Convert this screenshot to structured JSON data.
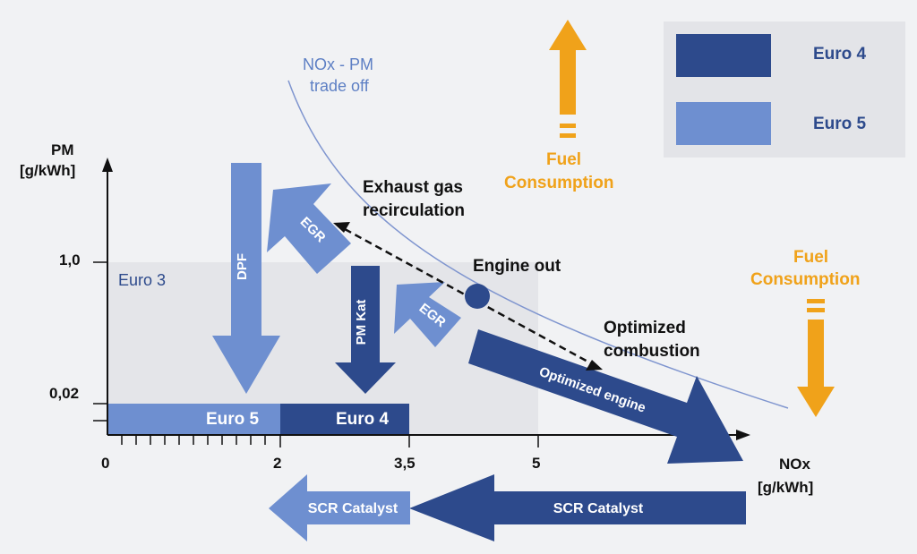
{
  "colors": {
    "euro4": "#2d4a8c",
    "euro5": "#6e8fd0",
    "fuel": "#f0a21a",
    "background": "#f1f2f4",
    "euro3_region": "#e4e5e9",
    "curve": "#7f95cf"
  },
  "legend": {
    "items": [
      {
        "label": "Euro 4",
        "color": "#2d4a8c"
      },
      {
        "label": "Euro 5",
        "color": "#6e8fd0"
      }
    ]
  },
  "axes": {
    "y_label_line1": "PM",
    "y_label_line2": "[g/kWh]",
    "x_label_line1": "NOx",
    "x_label_line2": "[g/kWh]",
    "x_ticks": [
      "0",
      "2",
      "3,5",
      "5"
    ],
    "y_ticks": [
      "1,0",
      "0,02"
    ]
  },
  "regions": {
    "euro3": "Euro 3",
    "euro5": "Euro 5",
    "euro4": "Euro 4"
  },
  "curve_label_line1": "NOx - PM",
  "curve_label_line2": "trade off",
  "annotations": {
    "exhaust_line1": "Exhaust gas",
    "exhaust_line2": "recirculation",
    "engine_out": "Engine out",
    "optimized_line1": "Optimized",
    "optimized_line2": "combustion",
    "fuel_top_line1": "Fuel",
    "fuel_top_line2": "Consumption",
    "fuel_right_line1": "Fuel",
    "fuel_right_line2": "Consumption"
  },
  "arrows": {
    "dpf": "DPF",
    "egr_upper": "EGR",
    "egr_lower": "EGR",
    "pm_kat": "PM Kat",
    "optimized_engine": "Optimized engine",
    "scr_left": "SCR Catalyst",
    "scr_right": "SCR Catalyst"
  }
}
